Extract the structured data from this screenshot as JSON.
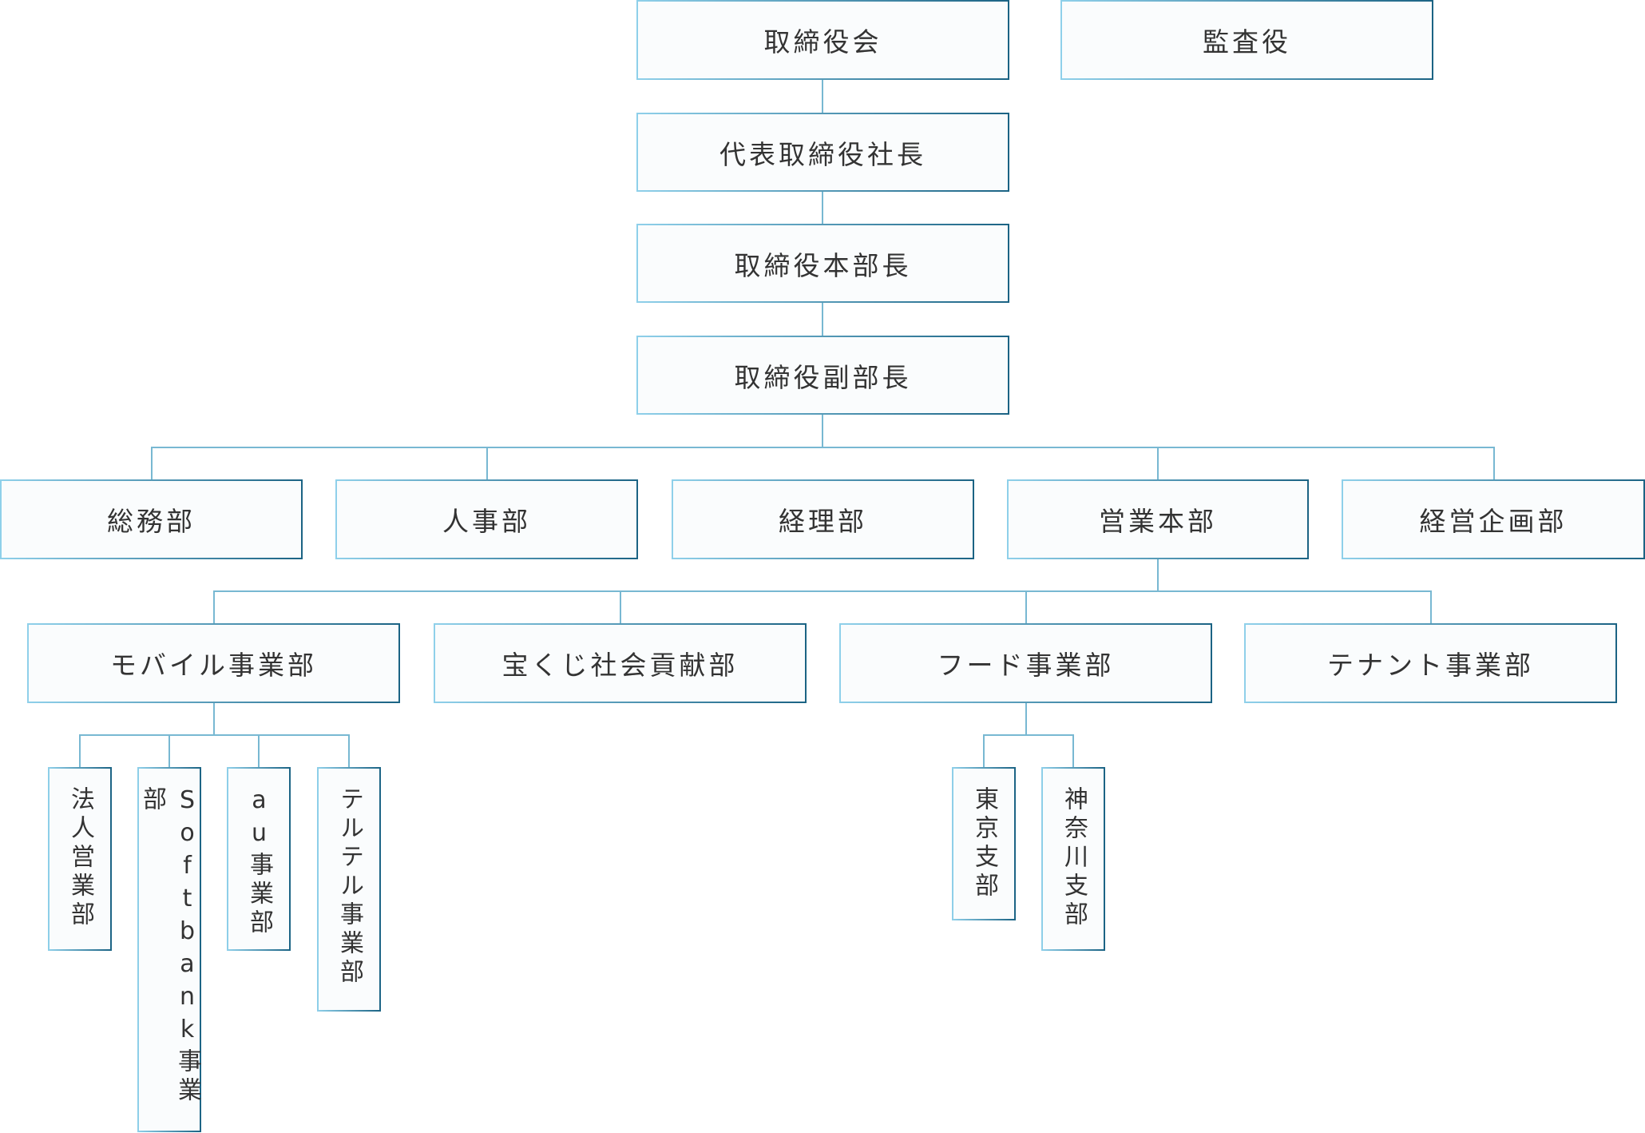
{
  "colors": {
    "border_light": "#8fd0ea",
    "border_dark": "#1b6384",
    "line": "#78b8d2",
    "text": "#333333",
    "box_bg": "#fafcfd"
  },
  "top": {
    "board": "取締役会",
    "auditor": "監査役"
  },
  "chain": [
    "代表取締役社長",
    "取締役本部長",
    "取締役副部長"
  ],
  "departments": [
    "総務部",
    "人事部",
    "経理部",
    "営業本部",
    "経営企画部"
  ],
  "sales_divisions": [
    "モバイル事業部",
    "宝くじ社会貢献部",
    "フード事業部",
    "テナント事業部"
  ],
  "mobile_units": [
    "法人営業部",
    "Softbank事業部",
    "au事業部",
    "テルテル事業部"
  ],
  "food_branches": [
    "東京支部",
    "神奈川支部"
  ]
}
